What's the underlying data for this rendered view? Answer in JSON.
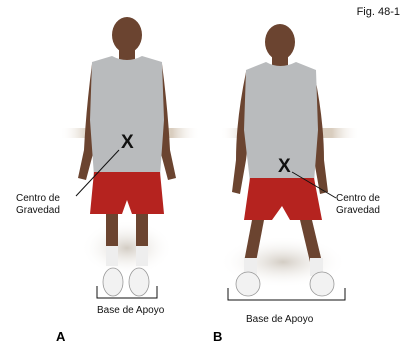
{
  "figure_label": "Fig. 48-1",
  "panels": [
    {
      "letter": "A",
      "center_label_line1": "Centro de",
      "center_label_line2": "Gravedad",
      "center_mark": "X",
      "base_label": "Base de Apoyo"
    },
    {
      "letter": "B",
      "center_label_line1": "Centro de",
      "center_label_line2": "Gravedad",
      "center_mark": "X",
      "base_label": "Base de Apoyo"
    }
  ],
  "colors": {
    "shirt": "#b9bbbd",
    "shorts": "#b5231f",
    "skin": "#6b4430",
    "shoe": "#f2f2f2",
    "sock": "#eeeeee",
    "shadow": "#d9d2c8"
  }
}
